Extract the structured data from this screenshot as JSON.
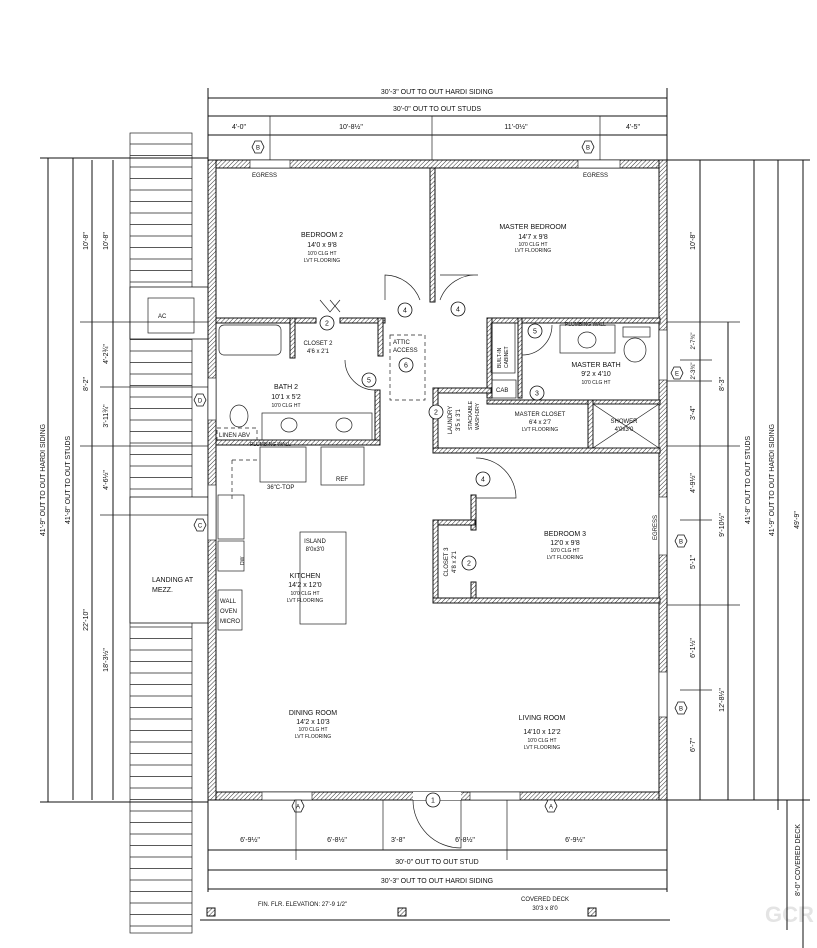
{
  "dims": {
    "top_siding": "30'-3\" OUT TO OUT HARDI SIDING",
    "top_studs": "30'-0\" OUT TO OUT STUDS",
    "top_segments": [
      "4'-0\"",
      "10'-8½\"",
      "11'-0½\"",
      "4'-5\""
    ],
    "bottom_segments": [
      "6'-9½\"",
      "6'-8½\"",
      "3'-8\"",
      "6'-8½\"",
      "6'-9½\""
    ],
    "bottom_studs": "30'-0\" OUT TO OUT STUD",
    "bottom_siding": "30'-3\" OUT TO OUT HARDI SIDING",
    "left_siding": "41'-9\" OUT TO OUT HARDI SIDING",
    "left_studs": "41'-8\" OUT TO OUT STUDS",
    "left_mid": [
      "10'-8\"",
      "8'-2\"",
      "22'-10\""
    ],
    "left_inner": [
      "10'-8\"",
      "4'-2¾\"",
      "3'-11¾\"",
      "4'-6½\"",
      "18'-3½\""
    ],
    "right_inner": [
      "10'-8\"",
      "2'-7¾\"",
      "2'-3¾\"",
      "3'-4\"",
      "4'-9½\"",
      "5'-1\"",
      "6'-1½\"",
      "6'-7\""
    ],
    "right_mid": [
      "8'-3\"",
      "9'-10½\"",
      "12'-8½\""
    ],
    "right_studs": "41'-8\" OUT TO OUT STUDS",
    "right_siding": "41'-9\" OUT TO OUT HARDI SIDING",
    "right_total": "49'-9\"",
    "covered_deck_dim": "8'-0\" COVERED DECK"
  },
  "rooms": {
    "bedroom2": {
      "name": "BEDROOM 2",
      "size": "14'0 x 9'8",
      "ceiling": "10'0 CLG HT",
      "floor": "LVT FLOORING"
    },
    "master_bedroom": {
      "name": "MASTER BEDROOM",
      "size": "14'7 x 9'8",
      "ceiling": "10'0 CLG HT",
      "floor": "LVT FLOORING"
    },
    "closet2": {
      "name": "CLOSET 2",
      "size": "4'6 x 2'1"
    },
    "bath2": {
      "name": "BATH 2",
      "size": "10'1 x 5'2",
      "ceiling": "10'0 CLG HT"
    },
    "master_bath": {
      "name": "MASTER BATH",
      "size": "9'2 x 4'10",
      "ceiling": "10'0 CLG HT"
    },
    "laundry": {
      "name": "LAUNDRY",
      "size": "3'5 x 3'1"
    },
    "master_closet": {
      "name": "MASTER CLOSET",
      "size": "6'4 x 2'7",
      "floor": "LVT FLOORING"
    },
    "shower": {
      "name": "SHOWER",
      "size": "4'0x3'0"
    },
    "bedroom3": {
      "name": "BEDROOM 3",
      "size": "12'0 x 9'8",
      "ceiling": "10'0 CLG HT",
      "floor": "LVT FLOORING"
    },
    "closet3": {
      "name": "CLOSET 3",
      "size": "4'8 x 2'1"
    },
    "kitchen": {
      "name": "KITCHEN",
      "size": "14'2 x 12'0",
      "ceiling": "10'0 CLG HT",
      "floor": "LVT FLOORING"
    },
    "island": {
      "name": "ISLAND",
      "size": "8'0x3'0"
    },
    "dining": {
      "name": "DINING ROOM",
      "size": "14'2 x 10'3",
      "ceiling": "10'0 CLG HT",
      "floor": "LVT FLOORING"
    },
    "living": {
      "name": "LIVING ROOM",
      "size": "14'10 x 12'2",
      "ceiling": "10'0 CLG HT",
      "floor": "LVT FLOORING"
    }
  },
  "labels": {
    "egress": "EGRESS",
    "attic": "ATTIC",
    "access": "ACCESS",
    "built_in": "BUILT-IN",
    "cabinet": "CABINET",
    "cab": "CAB",
    "plumbing_wall": "PLUMBING WALL",
    "linen": "LINEN ABV",
    "ctop": "36\"C-TOP",
    "ref": "REF",
    "dw": "DW",
    "wall_oven": [
      "WALL",
      "OVEN",
      "MICRO"
    ],
    "stackable": "STACKABLE",
    "wash_dry": "WASH-DRY",
    "ac": "AC",
    "landing": [
      "LANDING AT",
      "MEZZ."
    ],
    "fin_floor": "FIN. FLR. ELEVATION: 27'-9 1/2\"",
    "covered_deck": "COVERED DECK",
    "covered_deck_size": "30'3 x 8'0"
  },
  "door_tags": [
    "1",
    "2",
    "3",
    "4",
    "5",
    "6"
  ],
  "window_tags": [
    "A",
    "B",
    "C",
    "D",
    "E"
  ],
  "watermark": "GCR"
}
